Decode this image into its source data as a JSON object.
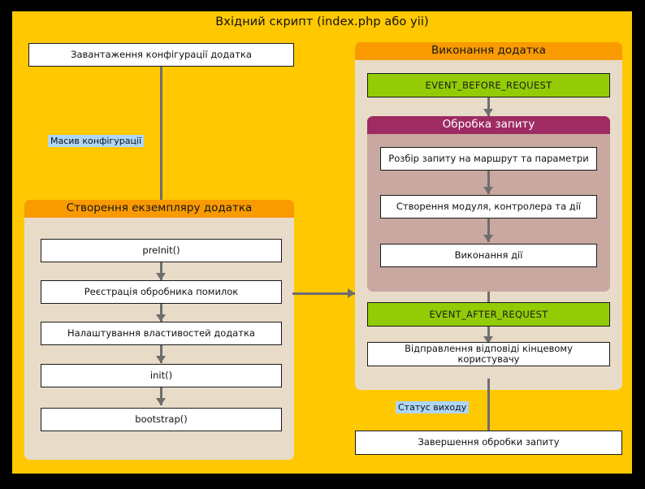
{
  "diagram": {
    "title": "Вхідний скрипт (index.php або yii)",
    "background_color": "#000000",
    "panel_color": "#ffc800",
    "accent_orange": "#f99a00",
    "accent_purple": "#9e2b62",
    "accent_green": "#93cc05",
    "group_beige": "#e8dcc8",
    "group_mauve": "#c8a8a0",
    "edge_label_color": "#aed6f7",
    "connector_color": "#6e6e6e"
  },
  "left_column": {
    "entry_box": "Завантаження конфігурації додатка",
    "edge_label": "Масив конфігурації",
    "group": {
      "header": "Створення екземпляру додатка",
      "steps": [
        "preInit()",
        "Реєстрація обробника помилок",
        "Налаштування властивостей додатка",
        "init()",
        "bootstrap()"
      ]
    }
  },
  "right_column": {
    "group": {
      "header": "Виконання додатка",
      "event_before": "EVENT_BEFORE_REQUEST",
      "inner_group": {
        "header": "Обробка запиту",
        "steps": [
          "Розбір запиту на маршрут та параметри",
          "Створення модуля, контролера та дії",
          "Виконання дії"
        ]
      },
      "event_after": "EVENT_AFTER_REQUEST",
      "response_box": "Відправлення відповіді кінцевому користувачу"
    },
    "edge_label": "Статус виходу",
    "final_box": "Завершення обробки запиту"
  }
}
